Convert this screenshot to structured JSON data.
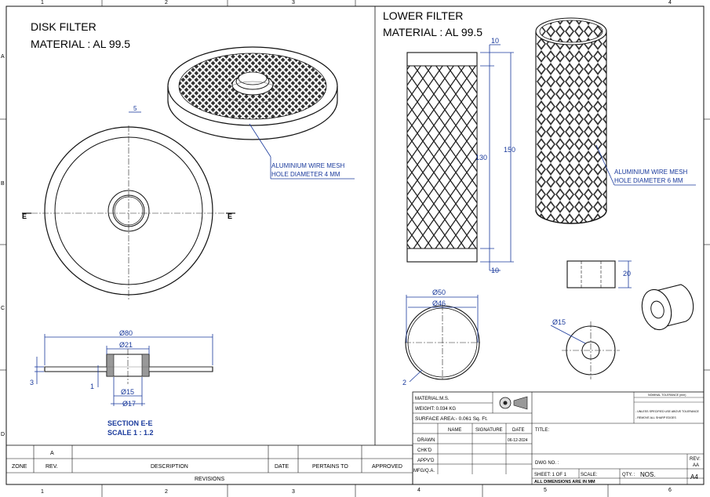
{
  "border": {
    "cols_top": [
      "1",
      "2",
      "3",
      "4"
    ],
    "cols_bottom": [
      "1",
      "2",
      "3",
      "4",
      "5",
      "6"
    ],
    "rows_left": [
      "A",
      "B",
      "C",
      "D"
    ]
  },
  "disk": {
    "title": "DISK FILTER",
    "material": "MATERIAL : AL 99.5",
    "dim_5": "5",
    "mesh_line1": "ALUMINIUM WIRE MESH",
    "mesh_line2": "HOLE DIAMETER 4 MM",
    "section_marker": "E",
    "dim_80": "Ø80",
    "dim_21": "Ø21",
    "dim_15": "Ø15",
    "dim_17": "Ø17",
    "dim_3": "3",
    "dim_1": "1",
    "section_title": "SECTION E-E",
    "section_scale": "SCALE 1 : 1.2"
  },
  "lower": {
    "title": "LOWER FILTER",
    "material": "MATERIAL : AL 99.5",
    "dim_10_top": "10",
    "dim_10_bottom": "10",
    "dim_130": "130",
    "dim_150": "150",
    "mesh_line1": "ALUMINIUM WIRE MESH",
    "mesh_line2": "HOLE DIAMETER 6 MM",
    "dim_50": "Ø50",
    "dim_46": "Ø46",
    "dim_2": "2",
    "ring_dim_20": "20",
    "ring_dim_15": "Ø15"
  },
  "revisions": {
    "zone_value": "A",
    "headers": [
      "ZONE",
      "REV.",
      "DESCRIPTION",
      "DATE",
      "PERTAINS TO",
      "APPROVED"
    ],
    "footer": "REVISIONS"
  },
  "title_block": {
    "material": "MATERIAL:M.S.",
    "weight": "WEIGHT: 0.034 KG",
    "surface_area": "SURFACE AREA:- 0.061 Sq. Ft.",
    "col_name": "NAME",
    "col_signature": "SIGNATURE",
    "col_date": "DATE",
    "drawn": "DRAWN",
    "drawn_date": "06-12-2024",
    "chkd": "CHK'D",
    "appvd": "APPV'D",
    "mfg": "MFG/Q.A.",
    "title_label": "TITLE:",
    "dwg_no": "DWG NO. :",
    "rev_label": "REV:",
    "rev_value": "AA",
    "sheet": "SHEET: 1 OF 1",
    "scale": "SCALE:",
    "qty": "QTY. :",
    "qty_value": "NOS.",
    "size": "A4",
    "all_dims": "ALL DIMENSIONS ARE IN MM",
    "tol_header": "NOMINAL TOLERANCE (mm)",
    "tol_note1": "- UNLESS SPECIFIED USE ABOVE TOLERANCE",
    "tol_note2": "- REMOVE ALL SHARP EDGES"
  }
}
